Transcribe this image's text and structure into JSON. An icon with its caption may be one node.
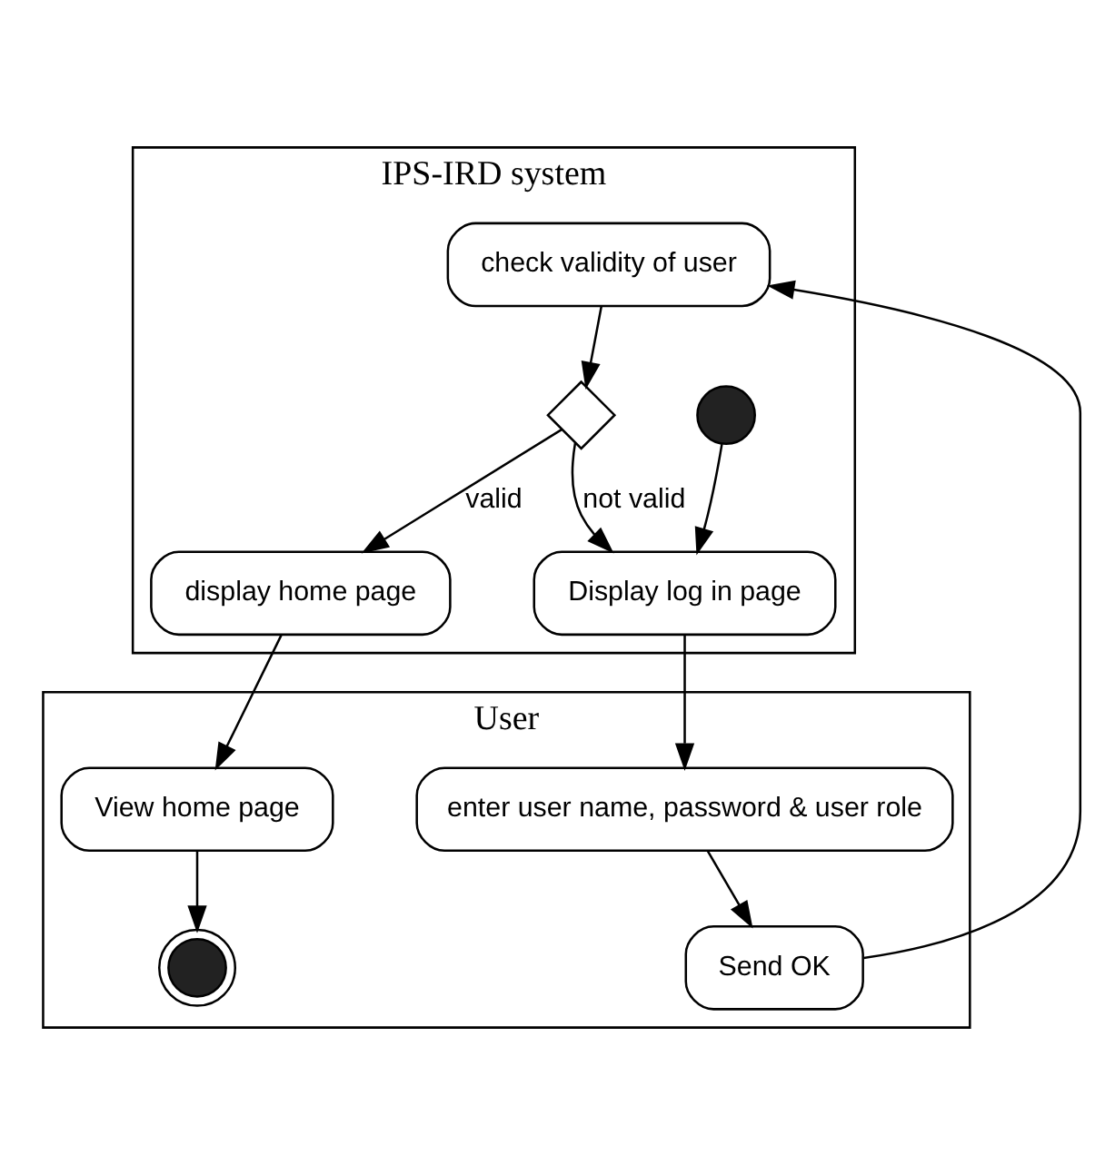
{
  "diagram": {
    "nodes": [
      {
        "text": [
          "User"
        ]
      },
      {
        "text": [
          "IPS-IRD system"
        ]
      },
      {
        "text": [],
        "shape": "circle",
        "in": 1
      },
      {
        "text": [
          "Display log in page"
        ],
        "in": 1
      },
      {
        "text": [
          "enter user name, password & user role"
        ],
        "in": 0
      },
      {
        "text": [
          "Send OK"
        ],
        "in": 0
      },
      {
        "text": [
          "check validity of user"
        ],
        "in": 1
      },
      {
        "text": [],
        "shape": "diamond",
        "in": 1
      },
      {
        "text": [
          "display home page"
        ],
        "in": 1
      },
      {
        "text": [
          "View home page"
        ],
        "in": 0
      },
      {
        "text": [],
        "shape": "circle",
        "in": 0
      }
    ],
    "edges": [
      {
        "from": 2,
        "to": 3,
        "arrow": "to"
      },
      {
        "from": 3,
        "to": 4,
        "arrow": "to"
      },
      {
        "from": 4,
        "to": 5,
        "arrow": "to"
      },
      {
        "from": 5,
        "to": 6,
        "arrow": "to"
      },
      {
        "from": 6,
        "to": 7,
        "arrow": "to"
      },
      {
        "from": 7,
        "to": 3,
        "arrow": "to",
        "label": "not valid"
      },
      {
        "from": 7,
        "to": 8,
        "arrow": "to",
        "label": "valid"
      },
      {
        "from": 8,
        "to": 9,
        "arrow": "to"
      },
      {
        "from": 9,
        "to": 10,
        "arrow": "to"
      }
    ]
  }
}
